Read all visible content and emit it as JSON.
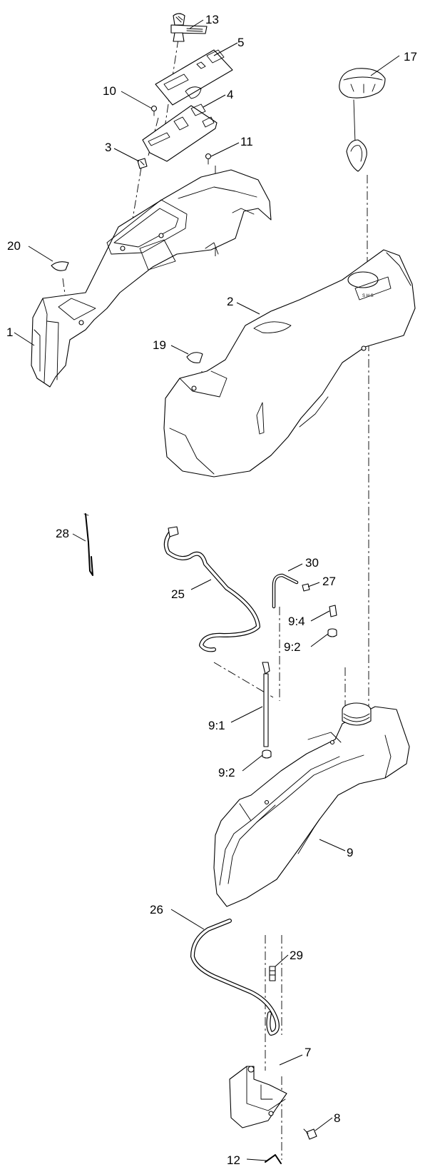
{
  "callouts": {
    "c1": "1",
    "c2": "2",
    "c3": "3",
    "c4": "4",
    "c5": "5",
    "c7": "7",
    "c8": "8",
    "c9": "9",
    "c9_1": "9:1",
    "c9_2a": "9:2",
    "c9_2b": "9:2",
    "c9_4": "9:4",
    "c10": "10",
    "c11": "11",
    "c12": "12",
    "c13": "13",
    "c17": "17",
    "c19": "19",
    "c20": "20",
    "c25": "25",
    "c26": "26",
    "c27": "27",
    "c28": "28",
    "c29": "29",
    "c30": "30"
  },
  "decal_text": "S H S"
}
